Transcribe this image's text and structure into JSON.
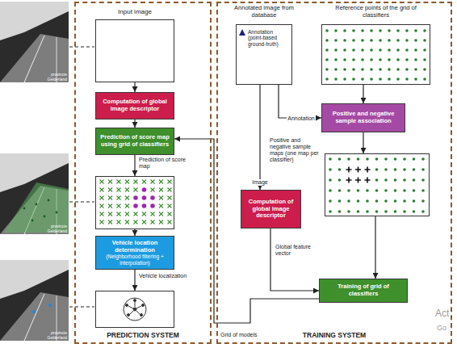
{
  "diagram": {
    "nodes": [
      {
        "text": [
          "PREDICTION SYSTEM"
        ]
      },
      {
        "text": [
          "TRAINING SYSTEM"
        ]
      },
      {
        "text": [
          "Input image"
        ],
        "in": 0
      },
      {
        "text": [
          "Computation of global image descriptor"
        ],
        "in": 0
      },
      {
        "text": [
          "Prediction of score map using grid of classifiers"
        ],
        "in": 0
      },
      {
        "text": [
          "Prediction of score map"
        ],
        "in": 0
      },
      {
        "text": [
          "Vehicle location determination",
          "(Neighborhood filtering + interpolation)"
        ],
        "in": 0
      },
      {
        "text": [
          "Vehicle localization"
        ],
        "in": 0
      },
      {
        "text": [
          "Annotated image from database",
          "Annotation (point-based ground-truth)"
        ],
        "in": 1
      },
      {
        "text": [
          "Reference points of the grid of classifiers"
        ],
        "in": 1
      },
      {
        "text": [
          "Positive and negative sample association"
        ],
        "in": 1
      },
      {
        "text": [
          "Positive and negative sample maps (one map per classifier)"
        ],
        "in": 1
      },
      {
        "text": [
          "Computation of global image descriptor"
        ],
        "in": 1
      },
      {
        "text": [
          "Training of grid of classifiers"
        ],
        "in": 1
      }
    ],
    "edges": [
      {
        "from": 2,
        "to": 3,
        "arrow": "to"
      },
      {
        "from": 3,
        "to": 4,
        "arrow": "to"
      },
      {
        "from": 4,
        "to": 5,
        "arrow": "to"
      },
      {
        "from": 5,
        "to": 6,
        "arrow": "to"
      },
      {
        "from": 6,
        "to": 7,
        "arrow": "to"
      },
      {
        "from": 8,
        "to": 10,
        "label": "Annotation",
        "arrow": "to"
      },
      {
        "from": 9,
        "to": 10,
        "arrow": "to"
      },
      {
        "from": 8,
        "to": 12,
        "label": "Image",
        "arrow": "to"
      },
      {
        "from": 10,
        "to": 11,
        "arrow": "to"
      },
      {
        "from": 12,
        "to": 13,
        "label": "Global feature vector",
        "arrow": "to"
      },
      {
        "from": 11,
        "to": 13,
        "arrow": "to"
      },
      {
        "from": 13,
        "to": 4,
        "label": "Grid of models",
        "arrow": "to"
      }
    ],
    "labels": [
      "provincie Gelderland",
      "provincie Gelderland",
      "provincie Gelderland",
      "Act",
      "Go"
    ]
  }
}
